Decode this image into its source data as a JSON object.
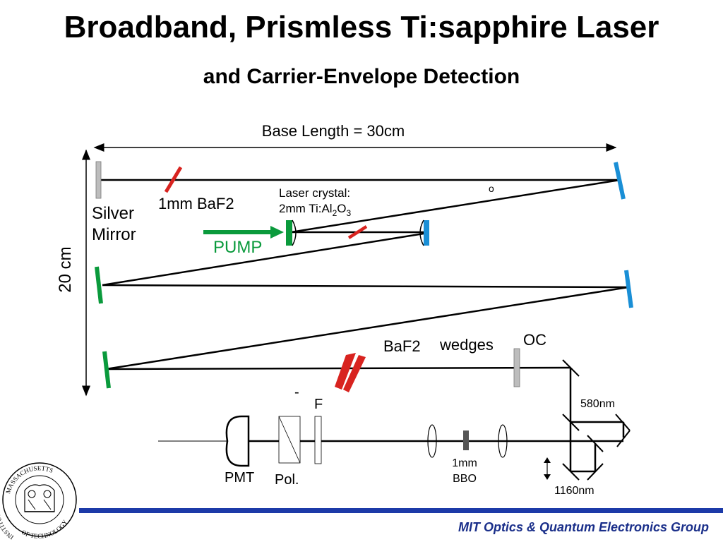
{
  "title": "Broadband, Prismless Ti:sapphire Laser",
  "subtitle": "and Carrier-Envelope Detection",
  "footer": "MIT Optics & Quantum Electronics Group",
  "logo": {
    "text_top": "MASSACHUSETTS",
    "text_left": "INSTITUTE",
    "text_bottom": "OF TECHNOLOGY"
  },
  "diagram": {
    "base_length": "Base Length = 30cm",
    "height_label": "20 cm",
    "baf2_plate": "1mm BaF2",
    "silver_mirror": [
      "Silver",
      "Mirror"
    ],
    "crystal_line1": "Laser crystal:",
    "crystal_prefix": "2mm Ti:Al",
    "crystal_sub1": "2",
    "crystal_o": "O",
    "crystal_sub2": "3",
    "pump": "PUMP",
    "small_o": "o",
    "wedges_baf2": "BaF2",
    "wedges": "wedges",
    "oc": "OC",
    "minus": "-",
    "filter": "F",
    "pmt": "PMT",
    "pol": "Pol.",
    "bbo_1": "1mm",
    "bbo_2": "BBO",
    "nm580": "580nm",
    "nm1160": "1160nm"
  },
  "colors": {
    "green": "#0a9a3c",
    "blue": "#1a8fd6",
    "red": "#d8231f",
    "gray": "#bdbdbd",
    "footer_bar": "#1c3aa8",
    "footer_text": "#1a2f8a"
  }
}
